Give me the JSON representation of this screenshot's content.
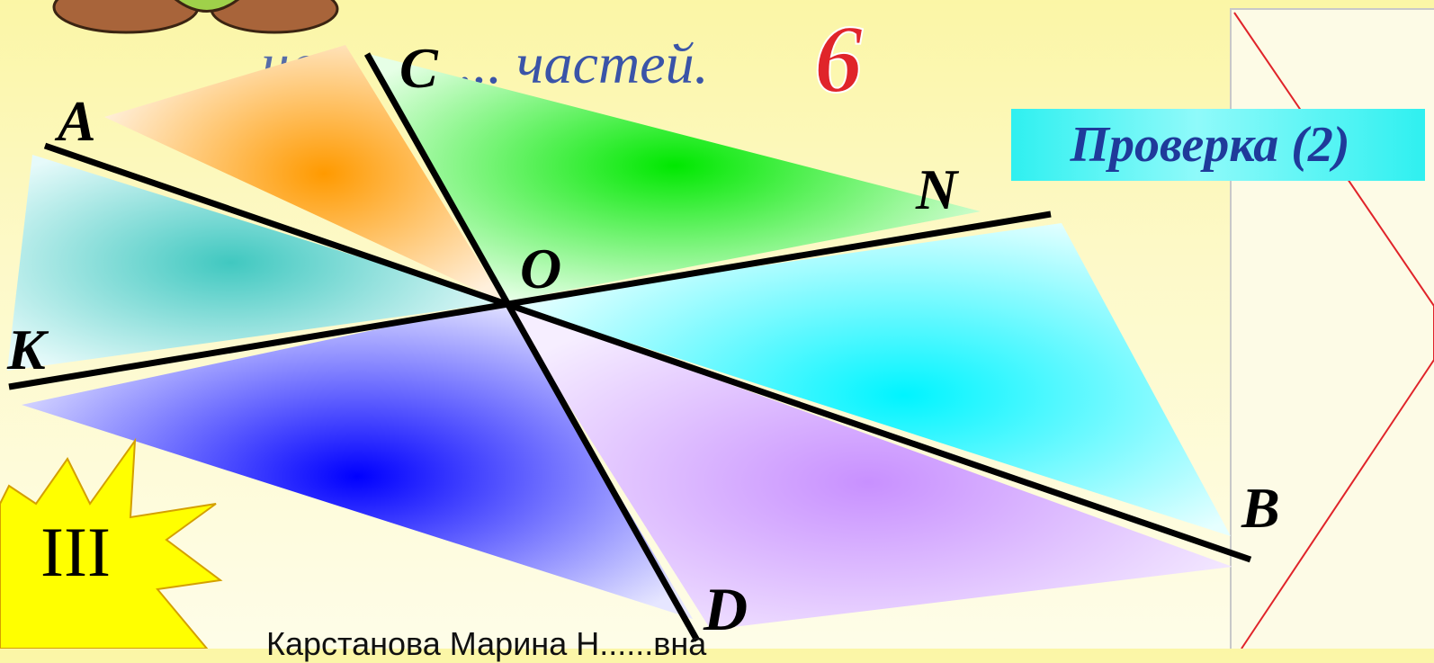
{
  "slide": {
    "heading_prefix": "на",
    "heading_dots": "..... частей.",
    "answer_number": "6",
    "check_button_label": "Проверка (2)",
    "star_label": "III",
    "author_partial": "Карстанова Марина Н......вна"
  },
  "figure": {
    "point_labels": {
      "A": "A",
      "C": "C",
      "N": "N",
      "O": "O",
      "K": "K",
      "B": "B",
      "D": "D"
    },
    "sector_colors": {
      "orange": "#ff9a00",
      "green": "#00e800",
      "teal": "#40c8c0",
      "cyan": "#00f4ff",
      "blue": "#0000ff",
      "violet": "#c890ff"
    },
    "line_color": "#000000",
    "accent_red": "#e0242a",
    "heading_color": "#3a54a8"
  }
}
